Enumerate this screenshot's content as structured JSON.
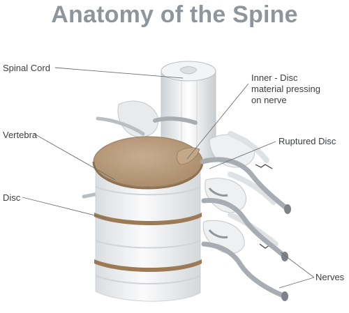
{
  "title": "Anatomy of the Spine",
  "labels": {
    "spinal_cord": "Spinal Cord",
    "inner_disc": "Inner - Disc\nmaterial pressing\non nerve",
    "vertebra": "Vertebra",
    "ruptured_disc": "Ruptured Disc",
    "disc": "Disc",
    "nerves": "Nerves"
  },
  "colors": {
    "title": "#8e969c",
    "disc_top": "#b99d7f",
    "disc_band": "#9c7a55",
    "bone": "#f1f2f3",
    "bone_shade": "#d3d7da",
    "nerve": "#a7adb2",
    "leader_line": "#6b6f73"
  }
}
